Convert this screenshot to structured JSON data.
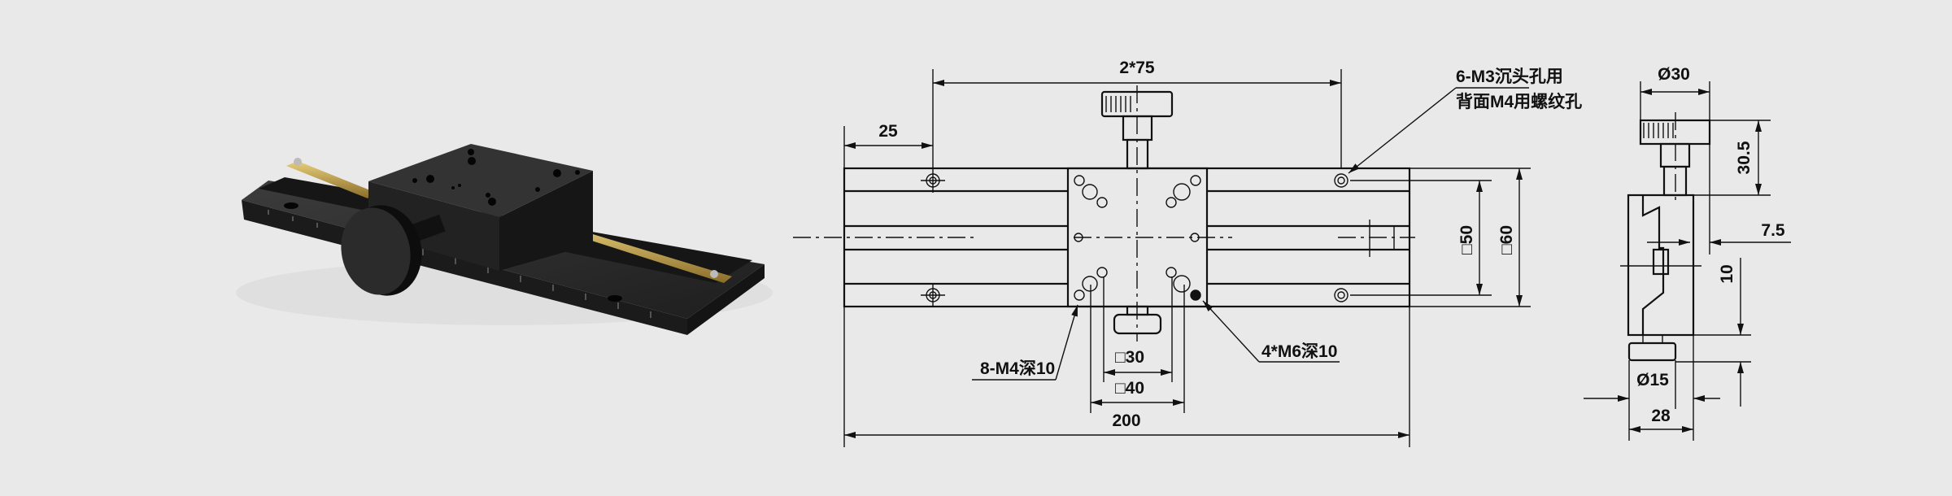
{
  "drawing": {
    "colors": {
      "background": "#e9e9e9",
      "line": "#111111",
      "stage_body": "#2a2a2a",
      "rack_brass": "#c9a84a"
    },
    "top_view": {
      "hole_pitch": "2*75",
      "end_offset": "25",
      "note_counterbore_line1": "6-M3沉头孔用",
      "note_counterbore_line2": "背面M4用螺纹孔",
      "rail_spacing_50": "□50",
      "width_60": "□60",
      "note_m4": "8-M4深10",
      "note_m6": "4*M6深10",
      "pattern_30": "□30",
      "pattern_40": "□40",
      "length": "200"
    },
    "side_view": {
      "knob_diameter": "Ø30",
      "knob_height": "30.5",
      "offset": "7.5",
      "height": "10",
      "lower_knob_diameter": "Ø15",
      "width": "28"
    }
  }
}
